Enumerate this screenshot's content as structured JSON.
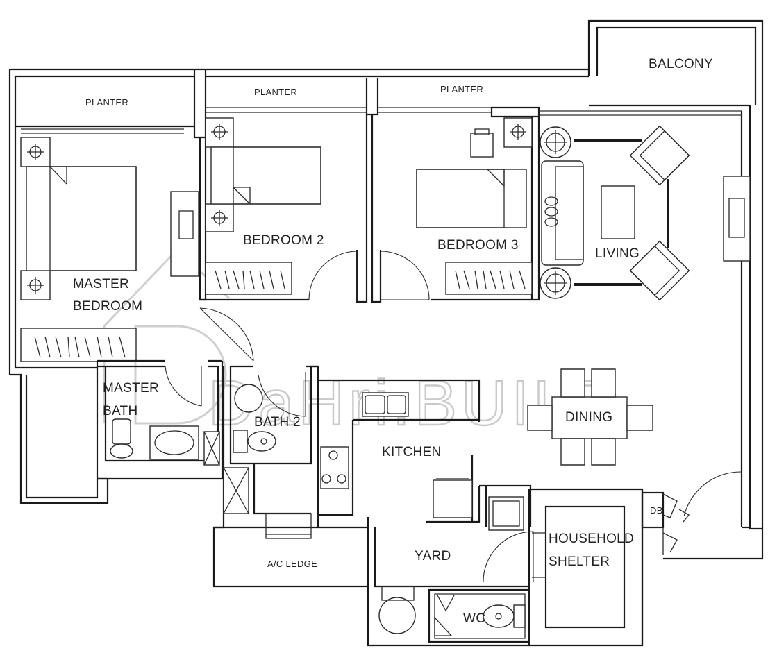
{
  "rooms": {
    "planter_1": "PLANTER",
    "planter_2": "PLANTER",
    "planter_3": "PLANTER",
    "balcony": "BALCONY",
    "bedroom_2": "BEDROOM 2",
    "bedroom_3": "BEDROOM 3",
    "living": "LIVING",
    "master_bedroom_line1": "MASTER",
    "master_bedroom_line2": "BEDROOM",
    "master_bath_line1": "MASTER",
    "master_bath_line2": "BATH",
    "bath_2": "BATH 2",
    "kitchen": "KITCHEN",
    "dining": "DINING",
    "db": "DB",
    "household_shelter_line1": "HOUSEHOLD",
    "household_shelter_line2": "SHELTER",
    "yard": "YARD",
    "ac_ledge": "A/C LEDGE",
    "wc": "WC"
  },
  "watermark": "DaHri.BUILD",
  "colors": {
    "line": "#1a1a1a",
    "watermark": "#c9c9c9",
    "background": "#ffffff"
  }
}
